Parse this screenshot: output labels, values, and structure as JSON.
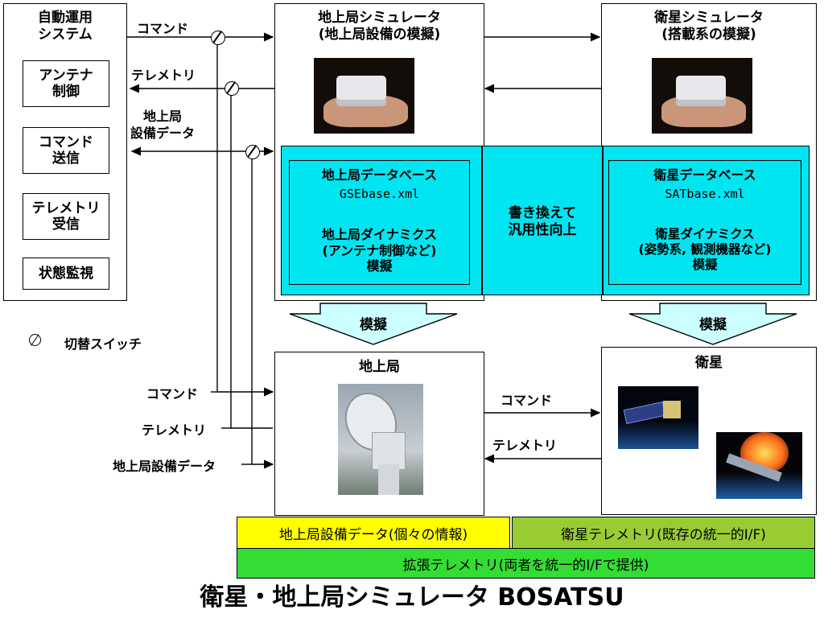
{
  "auto": {
    "title": "自動運用\nシステム",
    "items": [
      "アンテナ\n制御",
      "コマンド\n送信",
      "テレメトリ\n受信",
      "状態監視"
    ]
  },
  "gsim": {
    "title": "地上局シミュレータ\n(地上局設備の模擬)"
  },
  "ssim": {
    "title": "衛星シミュレータ\n(搭載系の模擬)"
  },
  "gsdb": {
    "db": "地上局データベース",
    "file": "GSEbase.xml",
    "dyn": "地上局ダイナミクス\n(アンテナ制御など)\n模擬"
  },
  "middle": {
    "text": "書き換えて\n汎用性向上"
  },
  "satdb": {
    "db": "衛星データベース",
    "file": "SATbase.xml",
    "dyn": "衛星ダイナミクス\n(姿勢系, 観測機器など)\n模擬"
  },
  "arrows": {
    "left": "模擬",
    "right": "模擬"
  },
  "legend": {
    "switch": "切替スイッチ"
  },
  "ground": {
    "title": "地上局"
  },
  "sat": {
    "title": "衛星"
  },
  "labels": {
    "cmd": "コマンド",
    "tlm": "テレメトリ",
    "gsdata": "地上局\n設備データ",
    "gsdata_full": "地上局設備データ"
  },
  "bars": {
    "yellow": "地上局設備データ(個々の情報)",
    "olive": "衛星テレメトリ(既存の統一的I/F)",
    "green": "拡張テレメトリ(両者を統一的I/Fで提供)"
  },
  "caption": "衛星・地上局シミュレータ BOSATSU",
  "colors": {
    "cyan": "#00E5F0",
    "yellow": "#FFFF00",
    "olive": "#99CC33",
    "green": "#33DD33",
    "arrowfill": "#CCFFFF"
  },
  "icons": [
    "device-photo",
    "antenna-photo",
    "satellite-photo"
  ]
}
